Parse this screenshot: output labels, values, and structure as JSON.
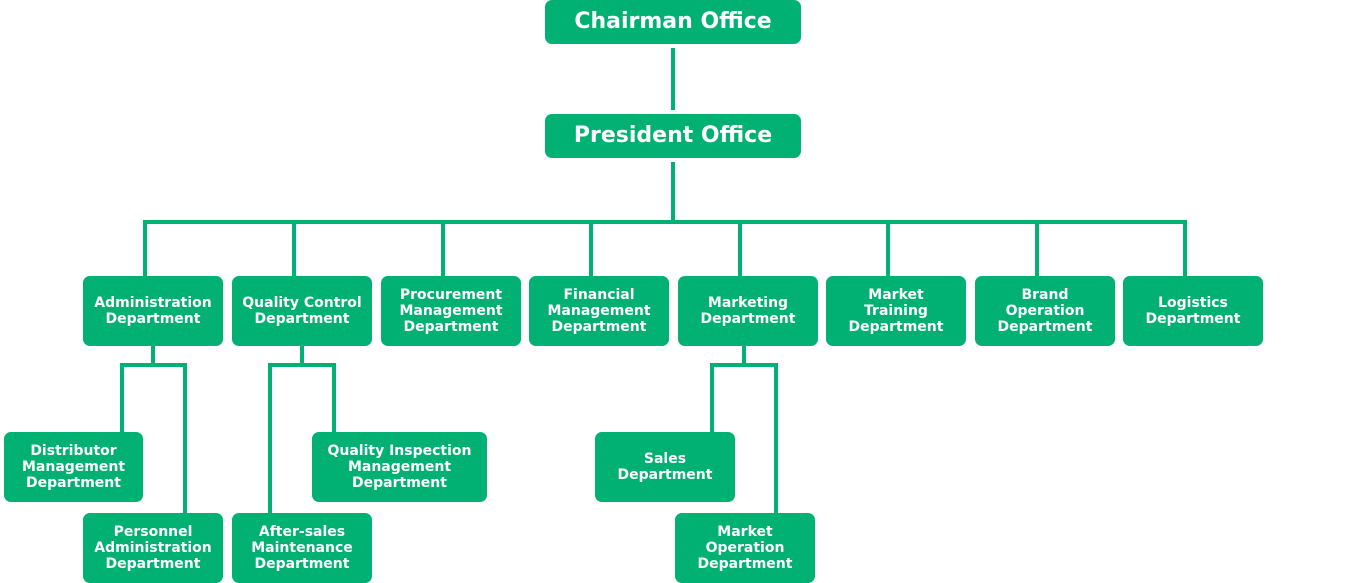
{
  "colors": {
    "node_fill": "#00b173",
    "node_text": "#ffffff",
    "connector": "#00b173",
    "background": "#ffffff"
  },
  "org_chart": {
    "root": {
      "name": "Chairman Office",
      "child": {
        "name": "President Office",
        "departments": [
          {
            "name": "Administration Department",
            "lines": [
              "Administration",
              "Department"
            ],
            "children": [
              {
                "name": "Distributor Management Department",
                "lines": [
                  "Distributor",
                  "Management",
                  "Department"
                ]
              },
              {
                "name": "Personnel Administration Department",
                "lines": [
                  "Personnel",
                  "Administration",
                  "Department"
                ]
              }
            ]
          },
          {
            "name": "Quality Control Department",
            "lines": [
              "Quality Control",
              "Department"
            ],
            "children": [
              {
                "name": "After-sales Maintenance Department",
                "lines": [
                  "After-sales",
                  "Maintenance",
                  "Department"
                ]
              },
              {
                "name": "Quality Inspection Management Department",
                "lines": [
                  "Quality Inspection",
                  "Management",
                  "Department"
                ]
              }
            ]
          },
          {
            "name": "Procurement Management Department",
            "lines": [
              "Procurement",
              "Management",
              "Department"
            ],
            "children": []
          },
          {
            "name": "Financial Management Department",
            "lines": [
              "Financial",
              "Management",
              "Department"
            ],
            "children": []
          },
          {
            "name": "Marketing Department",
            "lines": [
              "Marketing",
              "Department"
            ],
            "children": [
              {
                "name": "Sales Department",
                "lines": [
                  "Sales",
                  "Department"
                ]
              },
              {
                "name": "Market Operation Department",
                "lines": [
                  "Market",
                  "Operation",
                  "Department"
                ]
              }
            ]
          },
          {
            "name": "Market Training Department",
            "lines": [
              "Market",
              "Training",
              "Department"
            ],
            "children": []
          },
          {
            "name": "Brand Operation Department",
            "lines": [
              "Brand",
              "Operation",
              "Department"
            ],
            "children": []
          },
          {
            "name": "Logistics Department",
            "lines": [
              "Logistics",
              "Department"
            ],
            "children": []
          }
        ]
      }
    }
  }
}
